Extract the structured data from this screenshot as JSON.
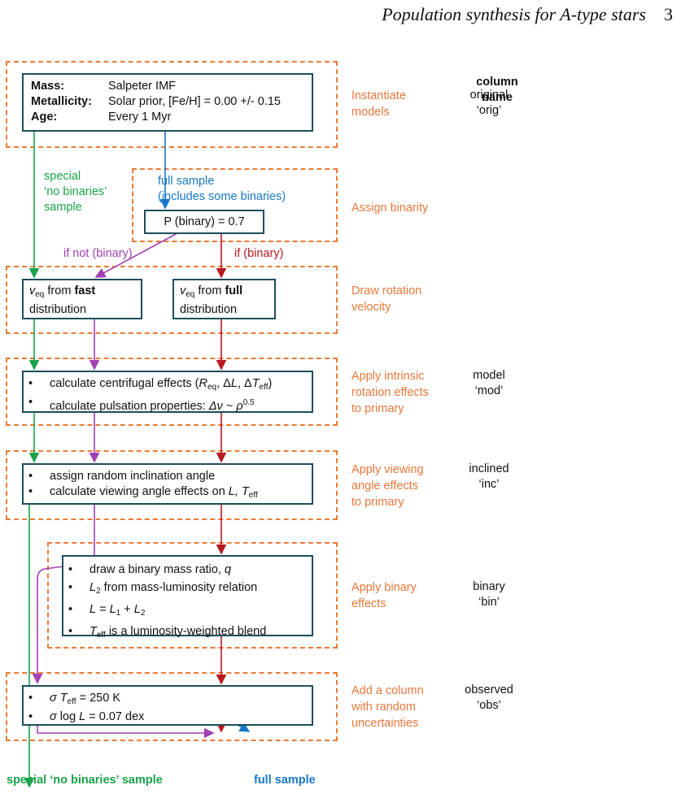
{
  "header": {
    "title": "Population synthesis for A-type stars",
    "page": "3"
  },
  "column_header": {
    "line1": "column",
    "line2": "name"
  },
  "instantiate": {
    "mass_label": "Mass",
    "mass_value": "Salpeter IMF",
    "metal_label": "Metallicity",
    "metal_value": "Solar prior, [Fe/H] = 0.00 +/- 0.15",
    "age_label": "Age",
    "age_value": "Every 1 Myr",
    "stage_line1": "Instantiate",
    "stage_line2": "models",
    "col_line1": "original",
    "col_line2": "‘orig’"
  },
  "binarity": {
    "prob": "P (binary) = 0.7",
    "stage": "Assign binarity",
    "special_line1": "special",
    "special_line2": "‘no binaries’",
    "special_line3": "sample",
    "full_line1": "full sample",
    "full_line2": "(includes some binaries)",
    "if_not": "if not (binary)",
    "if_yes": "if (binary)"
  },
  "rotation": {
    "fast_v": "v",
    "fast_sub": "eq",
    "fast_mid": " from ",
    "fast_bold": "fast",
    "fast_line2": "distribution",
    "full_v": "v",
    "full_sub": "eq",
    "full_mid": " from ",
    "full_bold": "full",
    "full_line2": "distribution",
    "stage_line1": "Draw rotation",
    "stage_line2": "velocity"
  },
  "intrinsic": {
    "b1_pre": "calculate centrifugal effects (",
    "b1_R": "R",
    "b1_Rsub": "eq",
    "b1_mid": ", Δ",
    "b1_L": "L",
    "b1_mid2": ", Δ",
    "b1_T": "T",
    "b1_Tsub": "eff",
    "b1_post": ")",
    "b2_pre": "calculate pulsation properties: ",
    "b2_nu": "Δν",
    "b2_mid": " ~ ",
    "b2_rho": "ρ",
    "b2_sup": "0.5",
    "stage_line1": "Apply intrinsic",
    "stage_line2": "rotation effects",
    "stage_line3": "to primary",
    "col_line1": "model",
    "col_line2": "‘mod’"
  },
  "viewing": {
    "b1": "assign random inclination angle",
    "b2_pre": "calculate viewing angle effects on ",
    "b2_L": "L",
    "b2_mid": ", ",
    "b2_T": "T",
    "b2_Tsub": "eff",
    "stage_line1": "Apply viewing",
    "stage_line2": "angle effects",
    "stage_line3": "to primary",
    "col_line1": "inclined",
    "col_line2": "‘inc’"
  },
  "binary": {
    "b1_pre": "draw a binary mass ratio, ",
    "b1_q": "q",
    "b2_L": "L",
    "b2_sub": "2",
    "b2_post": " from mass-luminosity relation",
    "b3_L": "L",
    "b3_eq": " = ",
    "b3_L1": "L",
    "b3_s1": "1",
    "b3_plus": " + ",
    "b3_L2": "L",
    "b3_s2": "2",
    "b4_T": "T",
    "b4_sub": "eff",
    "b4_post": " is a luminosity-weighted blend",
    "stage_line1": "Apply binary",
    "stage_line2": "effects",
    "col_line1": "binary",
    "col_line2": "‘bin’"
  },
  "observed": {
    "b1_sigma": "σ",
    "b1_sp": " ",
    "b1_T": "T",
    "b1_sub": "eff",
    "b1_post": " = 250 K",
    "b2_sigma": "σ",
    "b2_mid": " log ",
    "b2_L": "L",
    "b2_post": " = 0.07 dex",
    "stage_line1": "Add a column",
    "stage_line2": "with random",
    "stage_line3": "uncertainties",
    "col_line1": "observed",
    "col_line2": "‘obs’"
  },
  "outputs": {
    "special": "special ‘no binaries’ sample",
    "full": "full sample"
  },
  "colors": {
    "dash": "#ea7b37",
    "box": "#1d4e5a",
    "green": "#1aa34a",
    "blue": "#1878c8",
    "purple": "#a23fb2",
    "red": "#b8191f"
  }
}
